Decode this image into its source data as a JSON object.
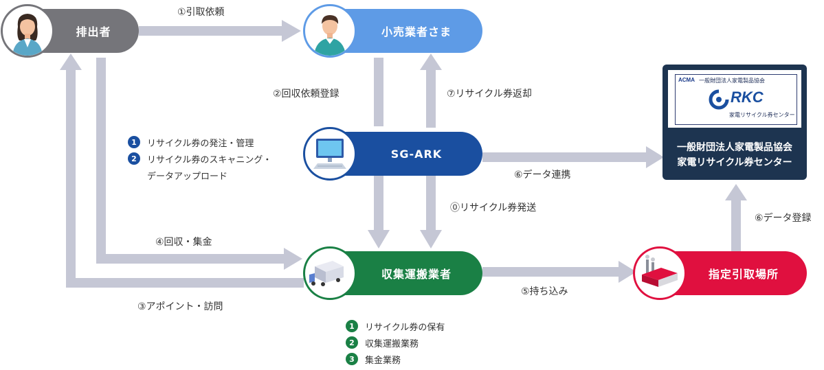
{
  "nodes": {
    "discharger": "排出者",
    "retailer": "小売業者さま",
    "sgark": "SG-ARK",
    "collector": "収集運搬業者",
    "designated": "指定引取場所",
    "rkc_line1": "一般財団法人家電製品協会",
    "rkc_line2": "家電リサイクル券センター"
  },
  "logo": {
    "small": "一般財団法人家電製品協会",
    "brand": "RKC",
    "sub": "家電リサイクル券センター",
    "acma": "ACMA"
  },
  "steps": {
    "s1": "①引取依頼",
    "s2": "②回収依頼登録",
    "s7": "⑦リサイクル券返却",
    "s6a": "⑥データ連携",
    "s0": "⓪リサイクル券発送",
    "s6b": "⑥データ登録",
    "s4": "④回収・集金",
    "s5": "⑤持ち込み",
    "s3": "③アポイント・訪問"
  },
  "sgark_tasks": [
    {
      "num": "1",
      "text": "リサイクル券の発注・管理"
    },
    {
      "num": "2",
      "text": "リサイクル券のスキャニング・"
    },
    {
      "num": "",
      "text": "データアップロード"
    }
  ],
  "collector_tasks": [
    {
      "num": "1",
      "text": "リサイクル券の保有"
    },
    {
      "num": "2",
      "text": "収集運搬業務"
    },
    {
      "num": "3",
      "text": "集金業務"
    }
  ],
  "colors": {
    "discharger": "#75757a",
    "retailer": "#5e9be6",
    "sgark": "#1a4fa0",
    "collector": "#1a8045",
    "designated": "#e0103f",
    "rkc": "#1d3450",
    "arrow": "#c5c7d5"
  },
  "icons": [
    "woman-icon",
    "man-icon",
    "computer-icon",
    "truck-icon",
    "factory-icon"
  ]
}
